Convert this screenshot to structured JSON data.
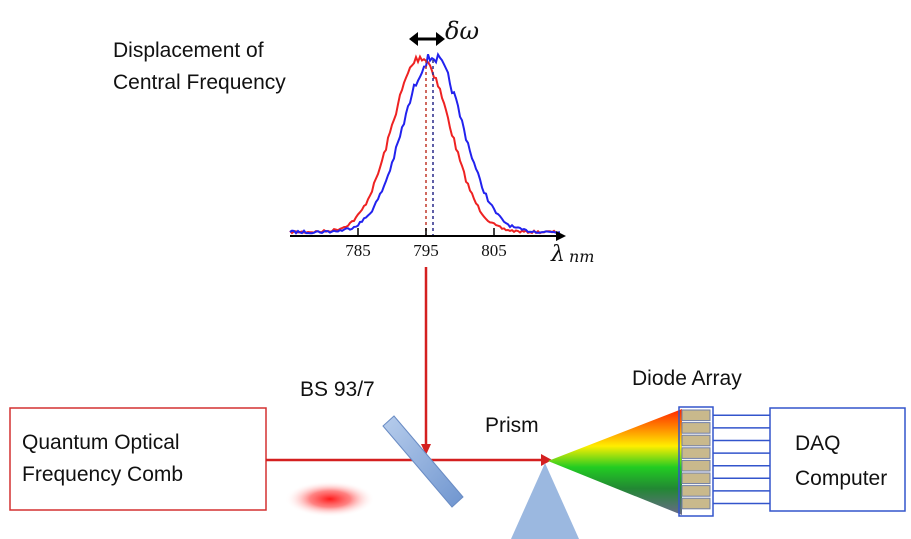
{
  "spectrum": {
    "title_line1": "Displacement of",
    "title_line2": "Central Frequency",
    "shift_symbol": "δω",
    "axis_ticks": [
      "785",
      "795",
      "805"
    ],
    "axis_unit_symbol": "λ",
    "axis_unit": "nm",
    "colors": {
      "reference": "#ee2222",
      "shifted": "#2222ee"
    }
  },
  "source": {
    "line1": "Quantum Optical",
    "line2": "Frequency Comb"
  },
  "beamsplitter": {
    "label": "BS 93/7"
  },
  "prism": {
    "label": "Prism"
  },
  "detector": {
    "label": "Diode Array"
  },
  "daq": {
    "line1": "DAQ",
    "line2": "Computer"
  },
  "colors": {
    "beam": "#d42020",
    "box_source": "#d43030",
    "box_daq": "#3355cc",
    "optic": "#9bb8e0",
    "diode": "#c9b98c"
  }
}
